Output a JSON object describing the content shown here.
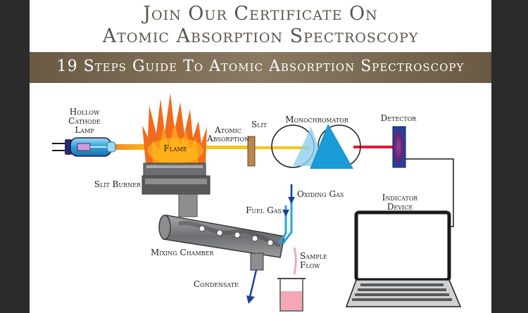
{
  "header": {
    "title_line1": "Join Our Certificate On",
    "title_line2": "Atomic Absorption Spectroscopy",
    "banner": "19 Steps Guide To Atomic Absorption Spectroscopy"
  },
  "labels": {
    "lamp_1": "Hollow",
    "lamp_2": "Cathode",
    "lamp_3": "Lamp",
    "flame": "Flame",
    "atomic_1": "Atomic",
    "atomic_2": "Absorption",
    "slit": "Slit",
    "monochromator": "Monochromator",
    "detector": "Detector",
    "slit_burner": "Slit Burner",
    "oxiding_gas": "Oxiding Gas",
    "indicator_1": "Indicator",
    "indicator_2": "Device",
    "fuel_gas": "Fuel Gas",
    "mixing_chamber": "Mixing Chamber",
    "sample_1": "Sample",
    "sample_2": "Flow",
    "condensate": "Condensate"
  },
  "colors": {
    "banner": "#7a6a52",
    "heading_text": "#5b554d",
    "flame_outer": "#f26a1b",
    "flame_inner": "#ffc21a",
    "beam": "#f7c51a",
    "beam_red": "#e8163a",
    "prism": "#1a9ad6",
    "detector_purple": "#7b2d8a",
    "arrow_blue": "#1c3f9a"
  }
}
